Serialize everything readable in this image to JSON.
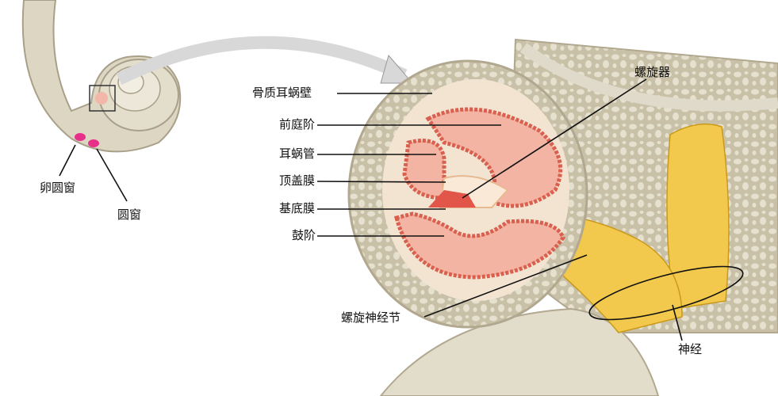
{
  "labels": {
    "bony_wall": "骨质耳蜗壁",
    "scala_vestibuli": "前庭阶",
    "cochlear_duct": "耳蜗管",
    "tectorial_membrane": "顶盖膜",
    "basilar_membrane": "基底膜",
    "scala_tympani": "鼓阶",
    "organ_of_corti": "螺旋器",
    "spiral_ganglion": "螺旋神经节",
    "nerve": "神经",
    "oval_window": "卵圆窗",
    "round_window": "圆窗"
  },
  "colors": {
    "bone": "#d9d3c2",
    "bone_dark": "#b9b09a",
    "tissue": "#f0a89a",
    "tissue_dark": "#d9604f",
    "nerve": "#f2c94c",
    "line": "#111111"
  }
}
